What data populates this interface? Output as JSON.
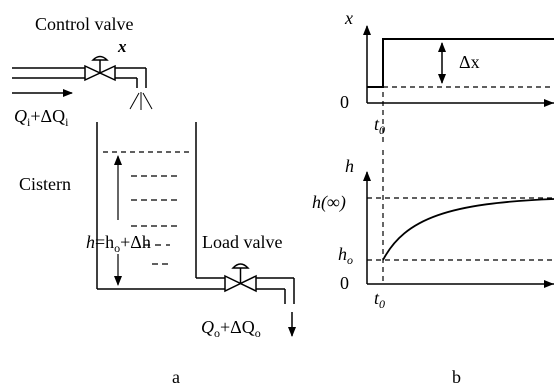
{
  "labels": {
    "control_valve": "Control valve",
    "control_var": "x",
    "inflow": "Q",
    "inflow_sub": "i",
    "inflow_plus": "+ΔQ",
    "inflow_sub2": "i",
    "cistern": "Cistern",
    "level_h": "h",
    "level_eq": "=h",
    "level_o": "o",
    "level_plus": "+Δh",
    "load_valve": "Load valve",
    "outflow": "Q",
    "outflow_sub": "o",
    "outflow_plus": "+ΔQ",
    "outflow_sub2": "o",
    "caption_a": "a",
    "caption_b": "b"
  },
  "plot_top": {
    "y_label": "x",
    "step_label": "Δx",
    "zero_label": "0",
    "t_label": "t",
    "t_sub": "0"
  },
  "plot_bottom": {
    "y_label": "h",
    "h_inf_label": "h(∞)",
    "h0_label": "h",
    "h0_sub": "o",
    "zero_label": "0",
    "t_label": "t",
    "t_sub": "0"
  }
}
